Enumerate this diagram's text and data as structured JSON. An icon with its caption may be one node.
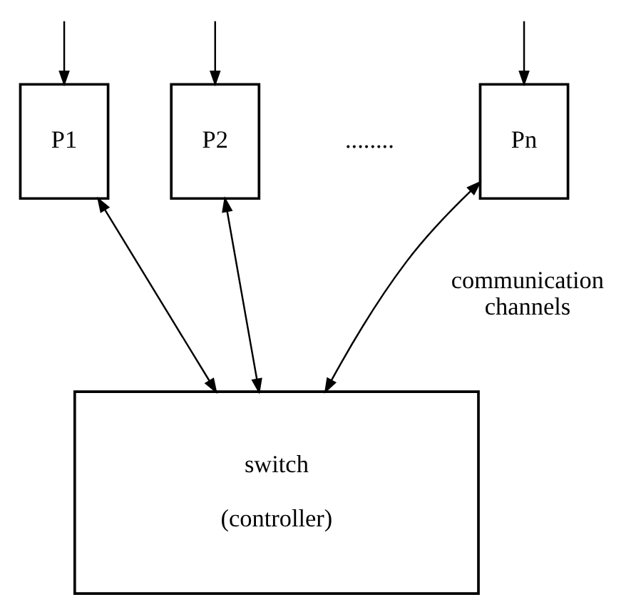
{
  "diagram": {
    "nodes": [
      {
        "text": [
          "P1"
        ]
      },
      {
        "text": [
          "P2"
        ]
      },
      {
        "text": [
          "Pn"
        ]
      },
      {
        "text": [
          "switch",
          "(controller)"
        ]
      }
    ],
    "edges": [
      {
        "from": null,
        "to": 0,
        "arrow": "to"
      },
      {
        "from": null,
        "to": 1,
        "arrow": "to"
      },
      {
        "from": null,
        "to": 2,
        "arrow": "to"
      },
      {
        "from": 0,
        "to": 3,
        "arrow": "both"
      },
      {
        "from": 1,
        "to": 3,
        "arrow": "both"
      },
      {
        "from": 2,
        "to": 3,
        "arrow": "both"
      }
    ],
    "labels": [
      "........",
      "communication channels"
    ]
  }
}
